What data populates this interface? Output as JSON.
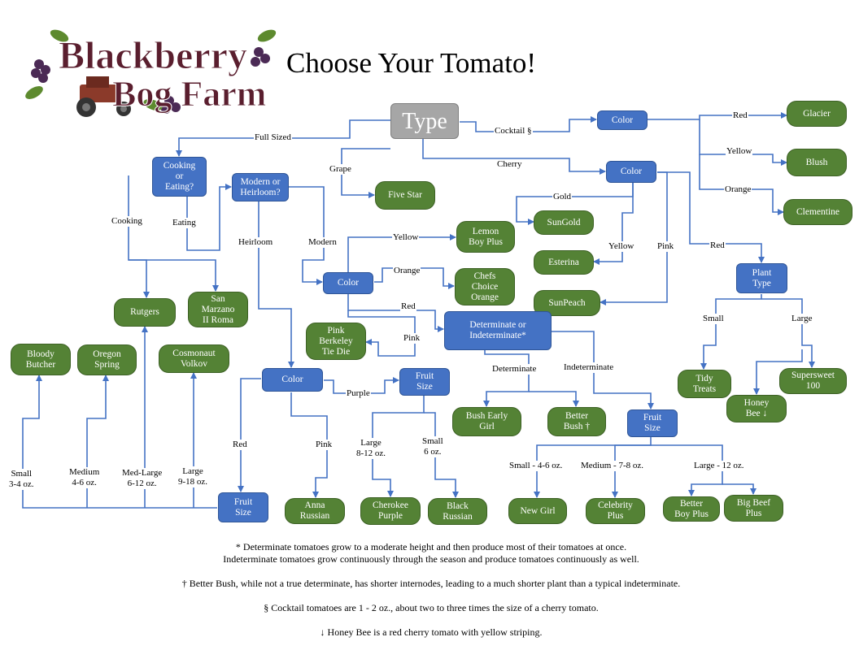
{
  "title": "Choose Your Tomato!",
  "logo": {
    "line1": "Blackberry",
    "line2": "Bog Farm"
  },
  "colors": {
    "decision": "#4472c4",
    "tomato": "#548235",
    "root": "#a6a6a6",
    "line": "#4472c4"
  },
  "nodes": {
    "type": "Type",
    "color_cocktail": "Color",
    "glacier": "Glacier",
    "blush": "Blush",
    "clementine": "Clementine",
    "color_cherry": "Color",
    "sungold": "SunGold",
    "esterina": "Esterina",
    "sunpeach": "SunPeach",
    "plant_type": "Plant\nType",
    "tidy_treats": "Tidy\nTreats",
    "honey_bee": "Honey\nBee ↓",
    "supersweet": "Supersweet\n100",
    "five_star": "Five Star",
    "cooking_eating": "Cooking\nor\nEating?",
    "modern_heirloom": "Modern or\nHeirloom?",
    "rutgers": "Rutgers",
    "san_marzano": "San\nMarzano\nII Roma",
    "color_modern": "Color",
    "lemon_boy": "Lemon\nBoy Plus",
    "chefs_choice": "Chefs\nChoice\nOrange",
    "pink_berkeley": "Pink\nBerkeley\nTie Die",
    "det_indet": "Determinate or\nIndeterminate*",
    "bush_early_girl": "Bush Early\nGirl",
    "better_bush": "Better\nBush †",
    "fruit_size_indet": "Fruit\nSize",
    "new_girl": "New Girl",
    "celebrity_plus": "Celebrity\nPlus",
    "better_boy": "Better\nBoy Plus",
    "big_beef": "Big Beef\nPlus",
    "bloody_butcher": "Bloody\nButcher",
    "oregon_spring": "Oregon\nSpring",
    "cosmonaut": "Cosmonaut\nVolkov",
    "color_heirloom": "Color",
    "fruit_size_red": "Fruit\nSize",
    "anna_russian": "Anna\nRussian",
    "fruit_size_purple": "Fruit\nSize",
    "cherokee_purple": "Cherokee\nPurple",
    "black_russian": "Black\nRussian"
  },
  "labels": {
    "full_sized": "Full Sized",
    "cocktail": "Cocktail §",
    "grape": "Grape",
    "cherry": "Cherry",
    "red_c": "Red",
    "yellow_c": "Yellow",
    "orange_c": "Orange",
    "gold": "Gold",
    "yellow_ch": "Yellow",
    "pink_ch": "Pink",
    "red_ch": "Red",
    "small_pt": "Small",
    "large_pt": "Large",
    "cooking": "Cooking",
    "eating": "Eating",
    "heirloom": "Heirloom",
    "modern": "Modern",
    "yellow_m": "Yellow",
    "orange_m": "Orange",
    "red_m": "Red",
    "pink_m": "Pink",
    "determinate": "Determinate",
    "indeterminate": "Indeterminate",
    "small_fs": "Small - 4-6 oz.",
    "medium_fs": "Medium - 7-8 oz.",
    "large_fs": "Large - 12 oz.",
    "purple_h": "Purple",
    "red_h": "Red",
    "pink_h": "Pink",
    "large_pp": "Large\n8-12 oz.",
    "small_pp": "Small\n6 oz.",
    "small_r": "Small\n3-4 oz.",
    "medium_r": "Medium\n4-6 oz.",
    "medlarge_r": "Med-Large\n6-12 oz.",
    "large_r": "Large\n9-18 oz."
  },
  "notes": [
    "* Determinate tomatoes grow to a moderate height and then produce most of their tomatoes at once.\nIndeterminate tomatoes grow continuously through the season and produce tomatoes continuously as well.",
    "† Better Bush, while not a true determinate, has shorter internodes, leading to a much shorter plant than a typical indeterminate.",
    "§ Cocktail tomatoes are 1 - 2 oz., about two to three times the size of a cherry tomato.",
    "↓ Honey Bee is a red cherry tomato with yellow striping."
  ]
}
